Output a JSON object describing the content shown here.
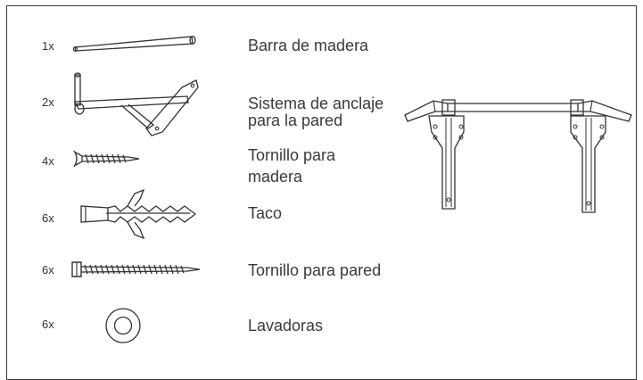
{
  "parts": [
    {
      "qty": "1x",
      "name": "Barra de madera"
    },
    {
      "qty": "2x",
      "name": "Sistema de anclaje\npara la pared"
    },
    {
      "qty": "4x",
      "name": "Tornillo para\nmadera"
    },
    {
      "qty": "6x",
      "name": "Taco"
    },
    {
      "qty": "6x",
      "name": "Tornillo para pared"
    },
    {
      "qty": "6x",
      "name": "Lavadoras"
    }
  ]
}
